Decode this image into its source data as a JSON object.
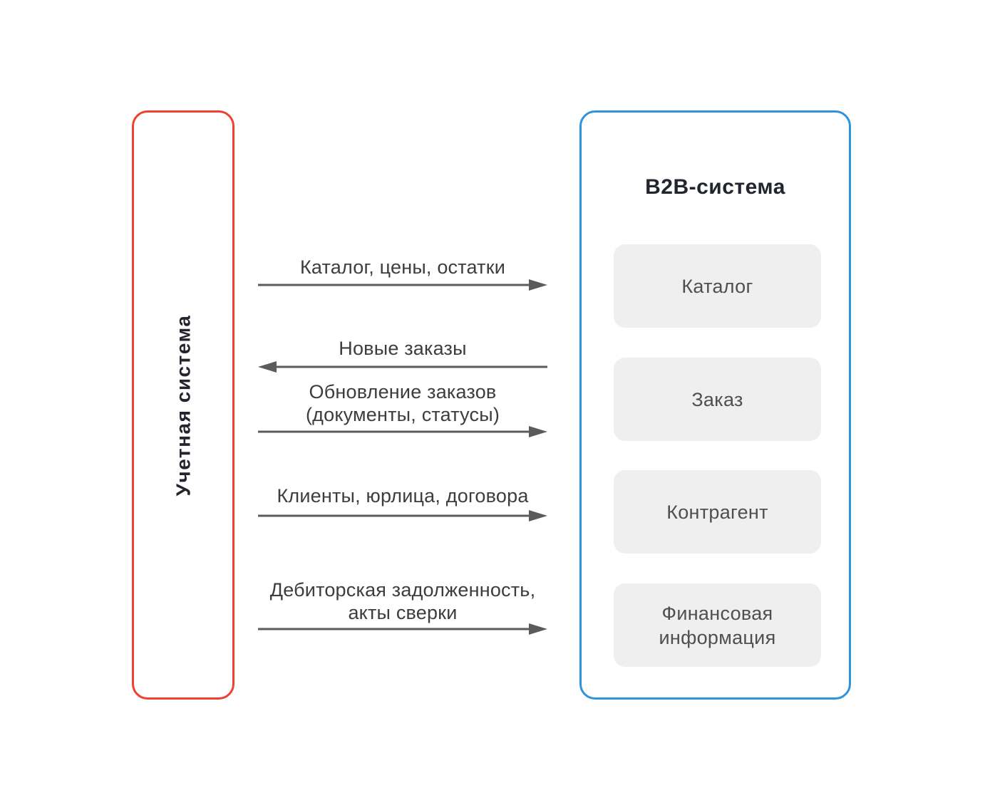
{
  "left_system": {
    "title": "Учетная система"
  },
  "right_system": {
    "title": "B2B-система",
    "modules": [
      "Каталог",
      "Заказ",
      "Контрагент",
      "Финансовая информация"
    ]
  },
  "flows": [
    {
      "label": "Каталог, цены, остатки",
      "direction": "right"
    },
    {
      "label": "Новые заказы",
      "direction": "left"
    },
    {
      "label": "Обновление заказов\n(документы, статусы)",
      "direction": "right"
    },
    {
      "label": "Клиенты, юрлица, договора",
      "direction": "right"
    },
    {
      "label": "Дебиторская задолженность,\nакты сверки",
      "direction": "right"
    }
  ],
  "colors": {
    "accent_red": "#ee4130",
    "accent_blue": "#2e93dd",
    "module_bg": "#efefef",
    "arrow_color": "#5b5b5b",
    "title_color": "#23252e",
    "module_text": "#4f4f4f",
    "flow_text": "#3d3d3d",
    "page_bg": "#ffffff"
  }
}
